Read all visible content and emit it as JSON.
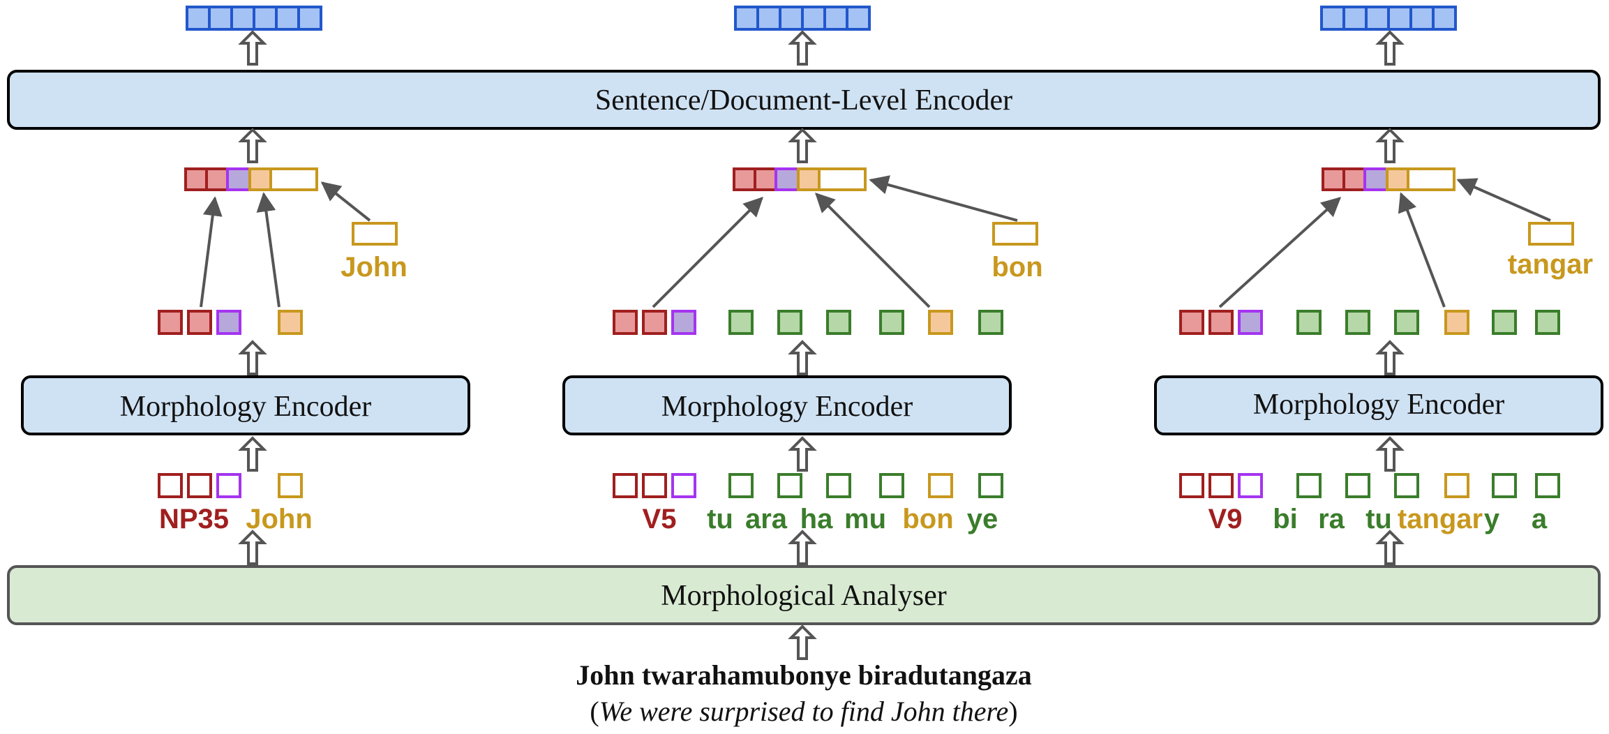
{
  "colors": {
    "red": "#a01f1f",
    "red_fill": "#e8999a",
    "purple": "#a534f0",
    "purple_fill": "#b6a8db",
    "gold": "#c8981e",
    "gold_fill": "#f5c89c",
    "green": "#3a7d2b",
    "green_fill": "#b6d7a8",
    "blue": "#2257cc",
    "blue_fill": "#a4c2f4",
    "encoder_fill": "#cfe2f3",
    "analyser_fill": "#d9ead3"
  },
  "sentence_encoder": {
    "label": "Sentence/Document-Level Encoder"
  },
  "analyser": {
    "label": "Morphological Analyser"
  },
  "morph_encoder_label": "Morphology Encoder",
  "input_sentence": {
    "text": "John twarahamubonye biradutangaza",
    "translation_open": "(",
    "translation": "We were surprised to find John there",
    "translation_close": ")"
  },
  "columns": [
    {
      "stem": "John",
      "tag": "NP35",
      "morphemes": [
        "John"
      ]
    },
    {
      "stem": "bon",
      "tag": "V5",
      "morphemes": [
        "tu",
        "ara",
        "ha",
        "mu",
        "bon",
        "ye"
      ]
    },
    {
      "stem": "tangar",
      "tag": "V9",
      "morphemes": [
        "bi",
        "ra",
        "tu",
        "tangar",
        "y",
        "a"
      ]
    }
  ]
}
